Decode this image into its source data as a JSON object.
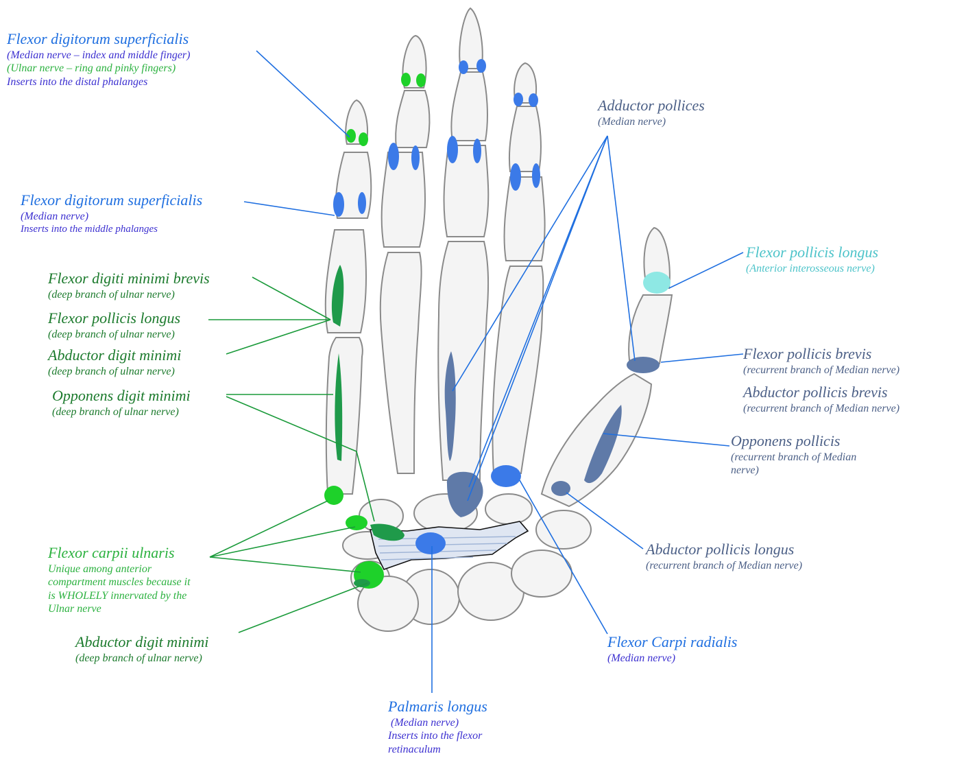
{
  "colors": {
    "bone_fill": "#f3f3f3",
    "bone_stroke": "#8a8a8a",
    "median_blue": "#3b7ae8",
    "ulnar_green": "#1ed12a",
    "ulnar_dark_green": "#1f9a4a",
    "recurrent_slate": "#5f7aa8",
    "interosseous_cyan": "#8ee8e4",
    "line_blue": "#1f6fe0",
    "line_green": "#1a9a3a"
  },
  "labels": {
    "fds_distal": {
      "title": "Flexor digitorum superficialis",
      "line1": "(Median nerve – index and middle finger)",
      "line2": "(Ulnar nerve – ring and pinky fingers)",
      "line3": "Inserts into the distal phalanges"
    },
    "fds_middle": {
      "title": "Flexor digitorum superficialis",
      "line1": "(Median nerve)",
      "line2": "Inserts into the middle phalanges"
    },
    "fdmb": {
      "title": "Flexor digiti minimi brevis",
      "nerve": "(deep branch of ulnar nerve)"
    },
    "fpl_left": {
      "title": "Flexor pollicis longus",
      "nerve": "(deep branch of ulnar nerve)"
    },
    "adm_upper": {
      "title": "Abductor digit minimi",
      "nerve": "(deep branch of ulnar nerve)"
    },
    "odm": {
      "title": "Opponens digit minimi",
      "nerve": "(deep branch of ulnar nerve)"
    },
    "fcu": {
      "title": "Flexor  carpii ulnaris",
      "line1": "Unique among anterior",
      "line2": "compartment muscles because it",
      "line3": "is WHOLELY innervated by the",
      "line4": "Ulnar nerve"
    },
    "adm_lower": {
      "title": "Abductor digit minimi",
      "nerve": "(deep branch of ulnar nerve)"
    },
    "palmaris": {
      "title": "Palmaris longus",
      "line1": " (Median nerve)",
      "line2": "Inserts into the flexor",
      "line3": "retinaculum"
    },
    "adductor": {
      "title": "Adductor pollices",
      "nerve": "(Median nerve)"
    },
    "fpl_right": {
      "title": "Flexor pollicis longus",
      "nerve": "(Anterior interosseous nerve)"
    },
    "fpb": {
      "title": "Flexor pollicis brevis",
      "nerve": "(recurrent branch of Median nerve)"
    },
    "apb": {
      "title": "Abductor pollicis brevis",
      "nerve": "(recurrent branch of Median nerve)"
    },
    "opp": {
      "title": "Opponens pollicis",
      "nerve1": "(recurrent branch of Median",
      "nerve2": "nerve)"
    },
    "apl": {
      "title": "Abductor pollicis longus",
      "nerve": "(recurrent branch of Median nerve)"
    },
    "fcr": {
      "title": "Flexor Carpi radialis",
      "nerve": "(Median nerve)"
    }
  }
}
